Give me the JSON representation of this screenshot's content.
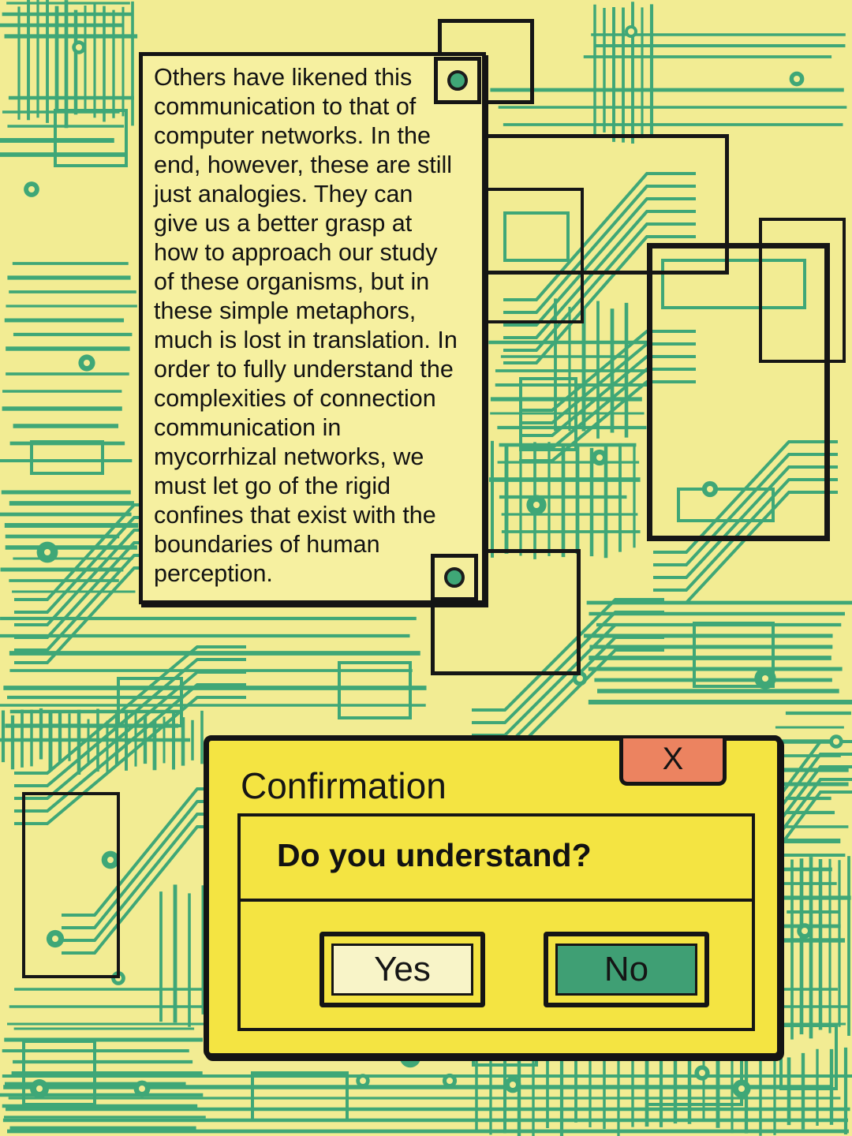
{
  "text_panel": {
    "body": "Others have likened this\ncommunication to that of\ncomputer networks. In the\nend, however, these are still\njust analogies. They can\ngive us a better grasp at\nhow to approach our study\nof these organisms, but in\nthese simple metaphors,\nmuch is lost in translation. In\norder to fully understand the\ncomplexities of connection\ncommunication in\nmycorrhizal networks, we\nmust let go of the rigid\nconfines that exist with the\nboundaries of human\nperception."
  },
  "dialog": {
    "title": "Confirmation",
    "close_label": "X",
    "question": "Do you understand?",
    "yes_label": "Yes",
    "no_label": "No"
  },
  "colors": {
    "background": "#f2ec93",
    "circuit_trace": "#3fa777",
    "dialog_fill": "#f4e442",
    "close_button": "#ec8360",
    "no_button": "#3f9f74",
    "outline": "#151515"
  }
}
